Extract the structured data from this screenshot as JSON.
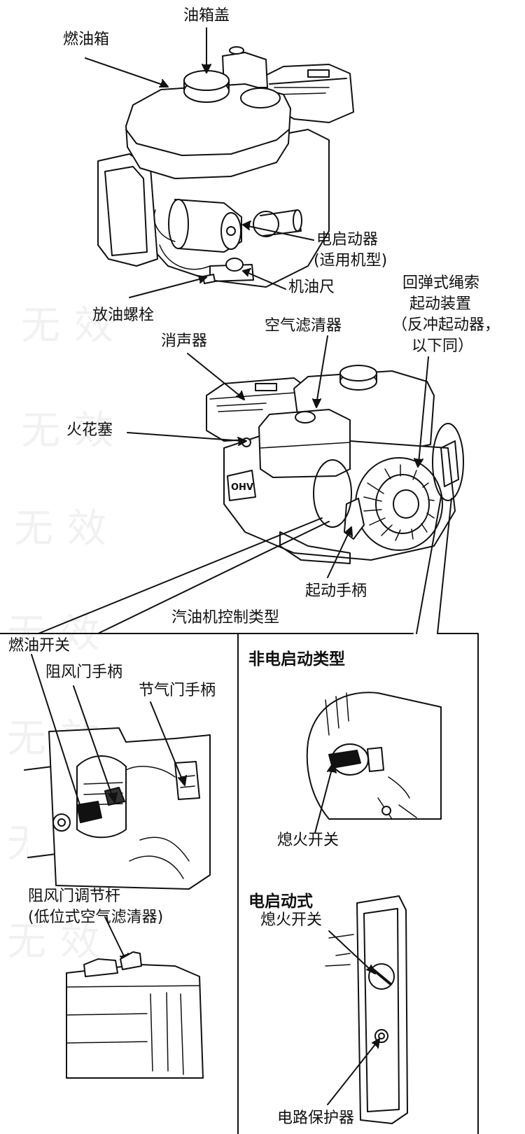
{
  "watermark": "无效",
  "top_engine": {
    "fuel_cap": "油箱盖",
    "fuel_tank": "燃油箱",
    "electric_starter_l1": "电启动器",
    "electric_starter_l2": "(适用机型)",
    "dipstick": "机油尺",
    "drain_bolt": "放油螺栓"
  },
  "mid_engine": {
    "recoil_l1": "回弹式绳索",
    "recoil_l2": "起动装置",
    "recoil_l3": "（反冲起动器，",
    "recoil_l4": "以下同）",
    "air_cleaner": "空气滤清器",
    "muffler": "消声器",
    "spark_plug": "火花塞",
    "starter_grip": "起动手柄"
  },
  "controls": {
    "title": "汽油机控制类型",
    "fuel_valve": "燃油开关",
    "choke_lever": "阻风门手柄",
    "throttle_lever": "节气门手柄",
    "choke_rod_l1": "阻风门调节杆",
    "choke_rod_l2": "(低位式空气滤清器)"
  },
  "non_electric": {
    "title": "非电启动类型",
    "engine_switch": "熄火开关"
  },
  "electric": {
    "title": "电启动式",
    "engine_switch": "熄火开关",
    "circuit_protector": "电路保护器"
  }
}
